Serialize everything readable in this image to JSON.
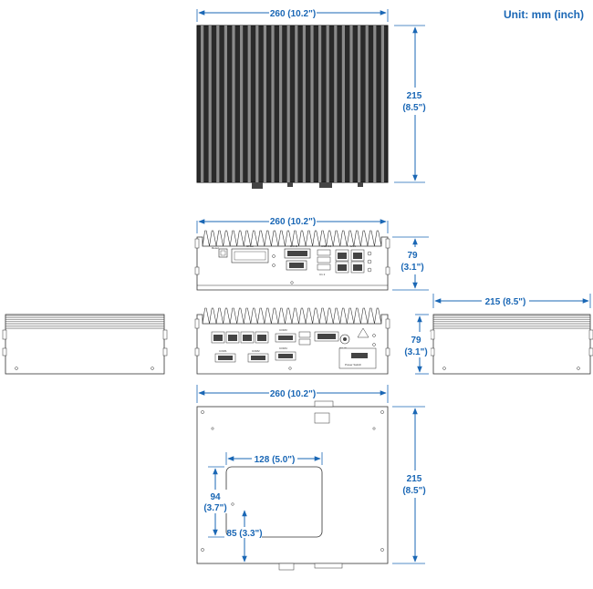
{
  "unit_label": "Unit: mm (inch)",
  "colors": {
    "dimension": "#1a67b5",
    "body": "#111111",
    "outline": "#333333"
  },
  "views": {
    "top": {
      "width_label": "260 (10.2\")",
      "depth_label_mm": "215",
      "depth_label_in": "(8.5\")"
    },
    "front": {
      "width_label": "260 (10.2\")",
      "height_label_mm": "79",
      "height_label_in": "(3.1\")",
      "port_labels": {
        "reset": "Reset",
        "cfast": "CFast",
        "dvi": "DVI-D",
        "usb": "USB 3.0",
        "lan": "LAN",
        "c": "C1 2"
      }
    },
    "side_right": {
      "width_label": "215 (8.5\")",
      "height_label_mm": "79",
      "height_label_in": "(3.1\")"
    },
    "rear": {
      "port_labels": {
        "com1": "COM1",
        "com2": "COM2",
        "com3": "COM3",
        "com4": "COM4",
        "power": "Power Switch",
        "dc": "DC IN"
      }
    },
    "bottom": {
      "width_label": "260 (10.2\")",
      "depth_label_mm": "215",
      "depth_label_in": "(8.5\")",
      "panel_width_label": "128 (5.0\")",
      "panel_height_label_mm": "94",
      "panel_height_label_in": "(3.7\")",
      "offset_label": "85 (3.3\")"
    }
  }
}
